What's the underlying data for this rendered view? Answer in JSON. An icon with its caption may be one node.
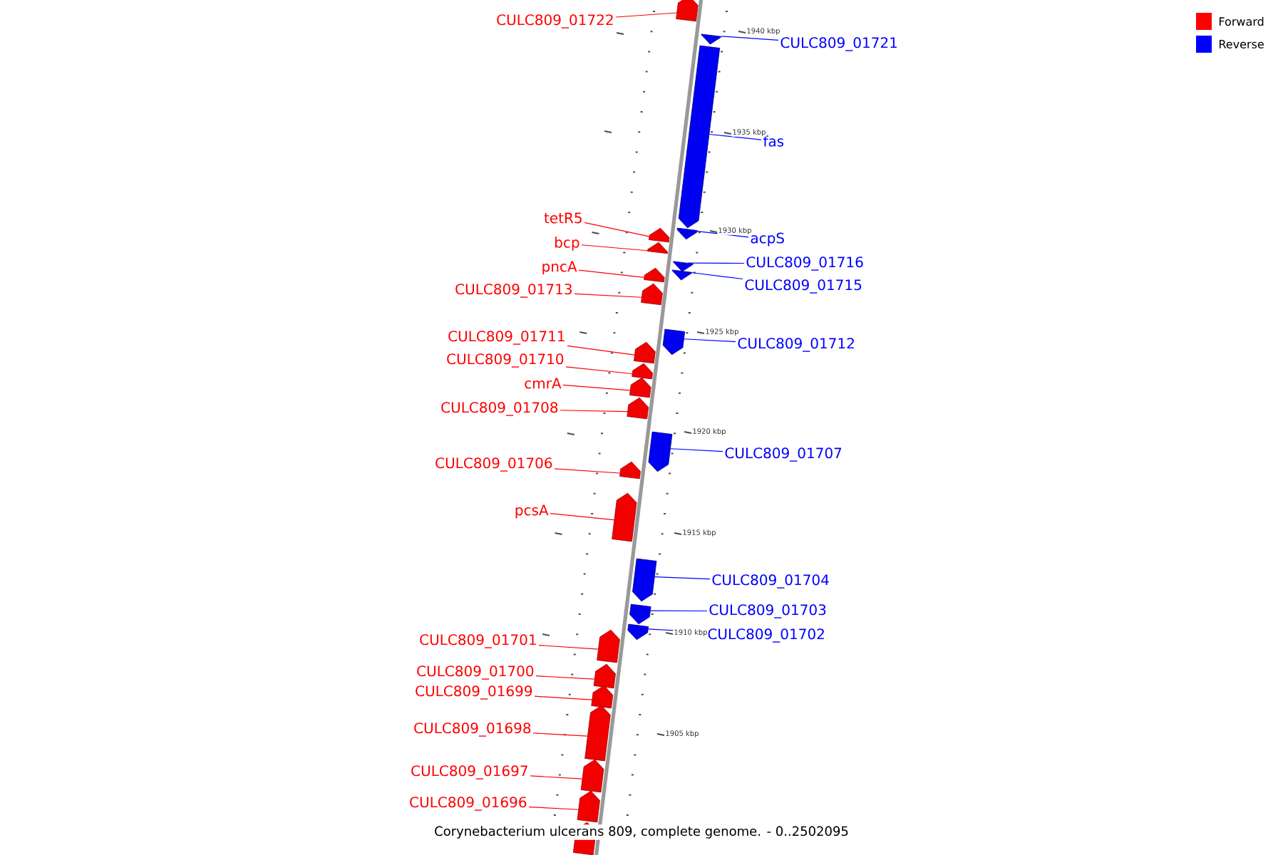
{
  "diagram": {
    "caption": "Corynebacterium ulcerans 809, complete genome. - 0..2502095",
    "nodes": [
      {
        "text": [
          "CULC809_01722"
        ]
      },
      {
        "text": [],
        "shape": "arrow"
      },
      {
        "text": [
          "CULC809_01721"
        ]
      },
      {
        "text": [],
        "shape": "arrow"
      },
      {
        "text": [
          "fas"
        ]
      },
      {
        "text": [],
        "shape": "arrow"
      },
      {
        "text": [
          "acpS"
        ]
      },
      {
        "text": [],
        "shape": "arrow"
      },
      {
        "text": [
          "tetR5"
        ]
      },
      {
        "text": [],
        "shape": "arrow"
      },
      {
        "text": [
          "bcp"
        ]
      },
      {
        "text": [],
        "shape": "arrow"
      },
      {
        "text": [
          "CULC809_01716"
        ]
      },
      {
        "text": [],
        "shape": "arrow"
      },
      {
        "text": [
          "CULC809_01715"
        ]
      },
      {
        "text": [],
        "shape": "arrow"
      },
      {
        "text": [
          "pncA"
        ]
      },
      {
        "text": [],
        "shape": "arrow"
      },
      {
        "text": [
          "CULC809_01713"
        ]
      },
      {
        "text": [],
        "shape": "arrow"
      },
      {
        "text": [
          "CULC809_01712"
        ]
      },
      {
        "text": [],
        "shape": "arrow"
      },
      {
        "text": [
          "CULC809_01711"
        ]
      },
      {
        "text": [],
        "shape": "arrow"
      },
      {
        "text": [
          "CULC809_01710"
        ]
      },
      {
        "text": [],
        "shape": "arrow"
      },
      {
        "text": [
          "cmrA"
        ]
      },
      {
        "text": [],
        "shape": "arrow"
      },
      {
        "text": [
          "CULC809_01708"
        ]
      },
      {
        "text": [],
        "shape": "arrow"
      },
      {
        "text": [
          "CULC809_01707"
        ]
      },
      {
        "text": [],
        "shape": "arrow"
      },
      {
        "text": [
          "CULC809_01706"
        ]
      },
      {
        "text": [],
        "shape": "arrow"
      },
      {
        "text": [
          "pcsA"
        ]
      },
      {
        "text": [],
        "shape": "arrow"
      },
      {
        "text": [
          "CULC809_01704"
        ]
      },
      {
        "text": [],
        "shape": "arrow"
      },
      {
        "text": [
          "CULC809_01703"
        ]
      },
      {
        "text": [],
        "shape": "arrow"
      },
      {
        "text": [
          "CULC809_01702"
        ]
      },
      {
        "text": [],
        "shape": "arrow"
      },
      {
        "text": [
          "CULC809_01701"
        ]
      },
      {
        "text": [],
        "shape": "arrow"
      },
      {
        "text": [
          "CULC809_01700"
        ]
      },
      {
        "text": [],
        "shape": "arrow"
      },
      {
        "text": [
          "CULC809_01699"
        ]
      },
      {
        "text": [],
        "shape": "arrow"
      },
      {
        "text": [
          "CULC809_01698"
        ]
      },
      {
        "text": [],
        "shape": "arrow"
      },
      {
        "text": [
          "CULC809_01697"
        ]
      },
      {
        "text": [],
        "shape": "arrow"
      },
      {
        "text": [
          "CULC809_01696"
        ]
      },
      {
        "text": [],
        "shape": "arrow"
      },
      {
        "text": [],
        "shape": "arrow"
      }
    ],
    "edges": [
      {
        "from": 0,
        "to": 1,
        "arrow": "none"
      },
      {
        "from": 2,
        "to": 3,
        "arrow": "none",
        "color": "#0000ff"
      },
      {
        "from": 4,
        "to": 5,
        "arrow": "none",
        "color": "#0000ff"
      },
      {
        "from": 6,
        "to": 7,
        "arrow": "none",
        "color": "#0000ff"
      },
      {
        "from": 8,
        "to": 9,
        "arrow": "none"
      },
      {
        "from": 10,
        "to": 11,
        "arrow": "none"
      },
      {
        "from": 12,
        "to": 13,
        "arrow": "none",
        "color": "#0000ff"
      },
      {
        "from": 14,
        "to": 15,
        "arrow": "none",
        "color": "#0000ff"
      },
      {
        "from": 16,
        "to": 17,
        "arrow": "none"
      },
      {
        "from": 18,
        "to": 19,
        "arrow": "none"
      },
      {
        "from": 20,
        "to": 21,
        "arrow": "none",
        "color": "#0000ff"
      },
      {
        "from": 22,
        "to": 23,
        "arrow": "none"
      },
      {
        "from": 24,
        "to": 25,
        "arrow": "none"
      },
      {
        "from": 26,
        "to": 27,
        "arrow": "none"
      },
      {
        "from": 28,
        "to": 29,
        "arrow": "none"
      },
      {
        "from": 30,
        "to": 31,
        "arrow": "none",
        "color": "#0000ff"
      },
      {
        "from": 32,
        "to": 33,
        "arrow": "none"
      },
      {
        "from": 34,
        "to": 35,
        "arrow": "none"
      },
      {
        "from": 36,
        "to": 37,
        "arrow": "none",
        "color": "#0000ff"
      },
      {
        "from": 38,
        "to": 39,
        "arrow": "none",
        "color": "#0000ff"
      },
      {
        "from": 40,
        "to": 41,
        "arrow": "none",
        "color": "#0000ff"
      },
      {
        "from": 42,
        "to": 43,
        "arrow": "none"
      },
      {
        "from": 44,
        "to": 45,
        "arrow": "none"
      },
      {
        "from": 46,
        "to": 47,
        "arrow": "none"
      },
      {
        "from": 48,
        "to": 49,
        "arrow": "none"
      },
      {
        "from": 50,
        "to": 51,
        "arrow": "none"
      },
      {
        "from": 52,
        "to": 53,
        "arrow": "none"
      }
    ],
    "labels": [
      "1940 kbp",
      "1935 kbp",
      "1930 kbp",
      "1925 kbp",
      "1920 kbp",
      "1915 kbp",
      "1910 kbp",
      "1905 kbp"
    ],
    "legend": [
      {
        "text": "Forward",
        "color": "#ff0000"
      },
      {
        "text": "Reverse",
        "color": "#0000ff"
      }
    ]
  }
}
